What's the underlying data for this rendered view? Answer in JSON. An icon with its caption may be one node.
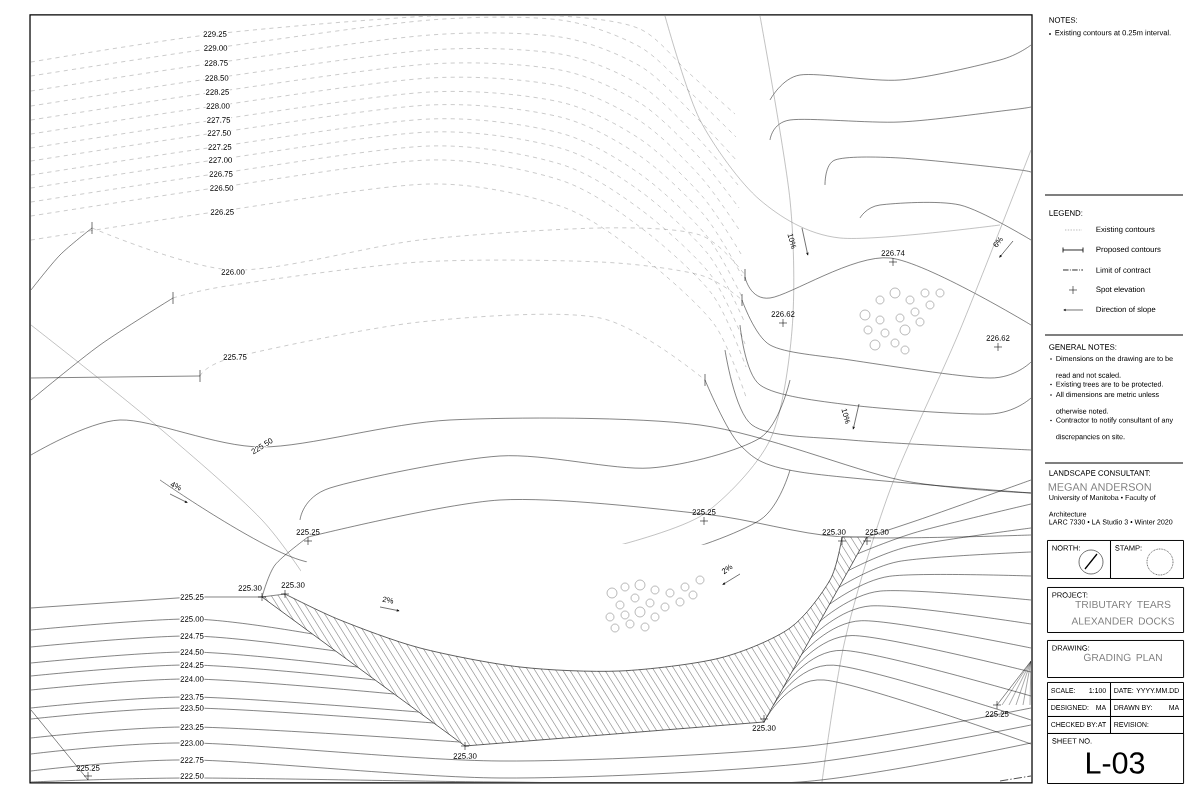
{
  "diagram": {
    "nodes": [
      {
        "text": [
          "NORTH:"
        ]
      },
      {
        "text": [
          "STAMP:"
        ]
      },
      {
        "text": [
          "PROJECT:",
          "TRIBUTARY TEARS ALEXANDER DOCKS"
        ]
      },
      {
        "text": [
          "DRAWING:",
          "GRADING PLAN"
        ]
      },
      {
        "text": [
          "SCALE:",
          "1:100"
        ]
      },
      {
        "text": [
          "DATE:",
          "YYYY.MM.DD"
        ]
      },
      {
        "text": [
          "DESIGNED:",
          "MA"
        ]
      },
      {
        "text": [
          "DRAWN BY:",
          "MA"
        ]
      },
      {
        "text": [
          "CHECKED BY:",
          "AT"
        ]
      },
      {
        "text": [
          "REVISION:"
        ]
      },
      {
        "text": [
          "SHEET NO.",
          "L-03"
        ]
      }
    ],
    "labels": [
      "229.25",
      "229.00",
      "228.75",
      "228.50",
      "228.25",
      "228.00",
      "227.75",
      "227.50",
      "227.25",
      "227.00",
      "226.75",
      "226.50",
      "226.25",
      "10%",
      "6%",
      "226.74",
      "226.00",
      "226.62",
      "226.62",
      "225.75",
      "10%",
      "225.50",
      "4%",
      "225.25",
      "225.25",
      "225.30",
      "225.30",
      "2%",
      "225.30",
      "225.30",
      "225.25",
      "2%",
      "225.00",
      "224.75",
      "224.50",
      "224.25",
      "224.00",
      "223.75",
      "223.50",
      "223.25",
      "223.00",
      "222.75",
      "225.25",
      "225.30",
      "225.30",
      "225.25",
      "222.50",
      "NOTES:",
      "Existing contours at 0.25m interval.",
      "LEGEND:",
      "GENERAL NOTES:",
      "Dimensions on the drawing are to be read and not scaled.",
      "Existing trees are to be protected.",
      "All dimensions are metric unless otherwise noted.",
      "Contractor to notify consultant of any discrepancies on site.",
      "LANDSCAPE CONSULTANT:",
      "MEGAN ANDERSON",
      "University of Manitoba • Faculty of Architecture",
      "LARC 7330 • LA Studio 3 • Winter 2020"
    ],
    "legend": [
      {
        "text": "Existing contours"
      },
      {
        "text": "Proposed contours"
      },
      {
        "text": "Limit of contract"
      },
      {
        "text": "Spot elevation"
      },
      {
        "text": "Direction of slope"
      }
    ]
  }
}
